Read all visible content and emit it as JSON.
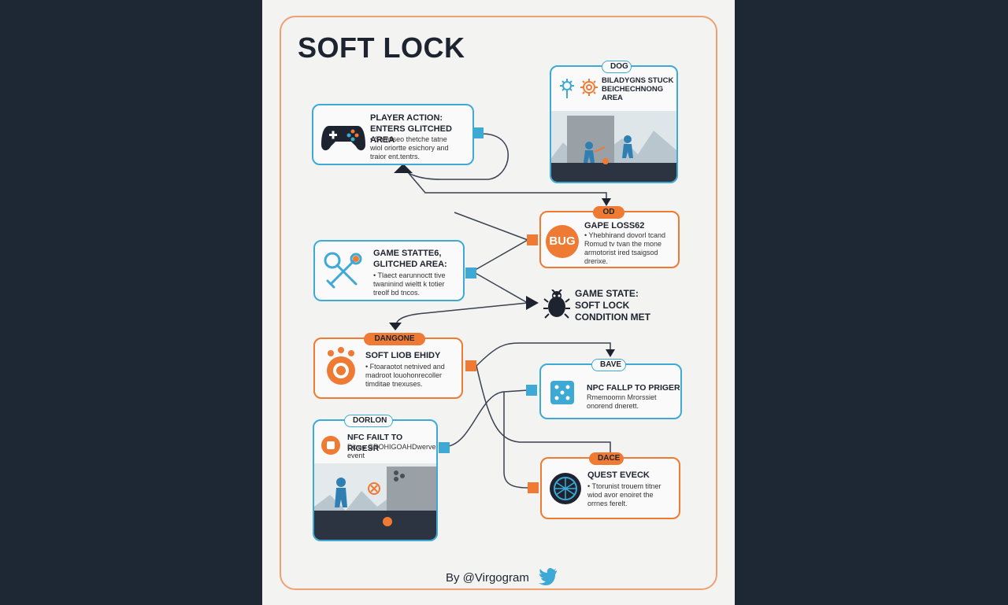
{
  "title": "SOFT LOCK",
  "footer": {
    "byline": "By @Virgogram"
  },
  "colors": {
    "blue": "#3fa9d6",
    "orange": "#ee7a34",
    "dark": "#1d2430",
    "background": "#1e2835"
  },
  "cards": {
    "player_action": {
      "title": "PLAYER ACTION:\nENTERS GLITCHED AREA",
      "desc": "• Somtiseo thetche tatne\nwiol oriortte esichory and\ntraior ent.tentrs.",
      "icon": "gamepad-icon"
    },
    "stuck": {
      "tag": "DOG",
      "title": "BILADYGNS STUCK\nBEICHECHNONG\nAREA",
      "icon": "gear-icon"
    },
    "game_loss": {
      "tag": "OD",
      "title": "GAPE LOSS62",
      "desc": "• Yhebhirand dovorl tcand\nRomud tv tvan the mone\narmotorist ired tsaigsod\ndrerixe.",
      "badge": "BUG"
    },
    "game_state_glitched": {
      "title": "GAME STATTE6,\nGLITCHED AREA:",
      "desc": "• Tlaect earunnoctt tive\ntwaninind wieltt k totier\ntreolf bd tncos.",
      "icon": "wrench-icon"
    },
    "soft_lock_met": {
      "title": "GAME STATE:\nSOFT LOCK\nCONDITION MET",
      "icon": "bug-icon"
    },
    "soft_lock_entry": {
      "tag": "DANGONE",
      "title": "SOFT LIOB EHIDY",
      "desc": "• Ftoaraotot netnived and\nmadroot louohonrecoller\ntimditae tnexuses.",
      "icon": "alert-icon"
    },
    "npc_fail_right": {
      "tag": "BAVE",
      "title": "NPC FALLP TO PRIGER",
      "desc": "Rmemoomn Mrorssiet\nonorend dnerett.",
      "icon": "dice-icon"
    },
    "npc_fail_left": {
      "tag": "DORLON",
      "title": "NFC FAILT TO RIGESR",
      "desc": "Ditme GROHIGOAHDwerve\nevent",
      "icon": "alert-small-icon"
    },
    "quest_check": {
      "tag": "DACE",
      "title": "QUEST EVECK",
      "desc": "• Ttorunist trouem titner\nwiod avor enoiret the\norrnes ferelt.",
      "icon": "globe-icon"
    }
  }
}
